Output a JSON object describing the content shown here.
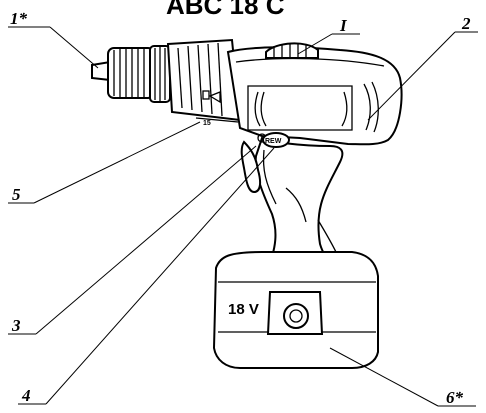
{
  "title": "ABC 18 C",
  "callouts": {
    "c1": "1*",
    "cI": "I",
    "c2": "2",
    "c3": "3",
    "c4": "4",
    "c5": "5",
    "c6": "6*"
  },
  "labels": {
    "rew": "REW",
    "battery_voltage": "18 V",
    "scale": "15"
  }
}
